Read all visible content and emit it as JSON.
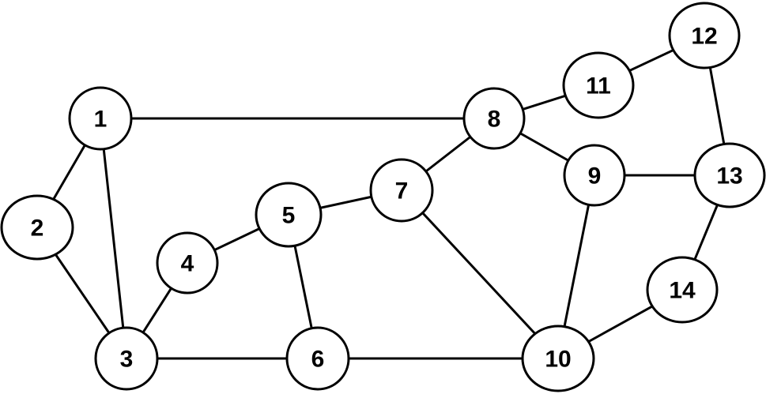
{
  "diagram": {
    "type": "undirected-graph",
    "nodes": [
      {
        "id": "1",
        "label": "1"
      },
      {
        "id": "2",
        "label": "2"
      },
      {
        "id": "3",
        "label": "3"
      },
      {
        "id": "4",
        "label": "4"
      },
      {
        "id": "5",
        "label": "5"
      },
      {
        "id": "6",
        "label": "6"
      },
      {
        "id": "7",
        "label": "7"
      },
      {
        "id": "8",
        "label": "8"
      },
      {
        "id": "9",
        "label": "9"
      },
      {
        "id": "10",
        "label": "10"
      },
      {
        "id": "11",
        "label": "11"
      },
      {
        "id": "12",
        "label": "12"
      },
      {
        "id": "13",
        "label": "13"
      },
      {
        "id": "14",
        "label": "14"
      }
    ],
    "edges": [
      [
        "1",
        "2"
      ],
      [
        "1",
        "3"
      ],
      [
        "1",
        "8"
      ],
      [
        "2",
        "3"
      ],
      [
        "3",
        "4"
      ],
      [
        "3",
        "6"
      ],
      [
        "4",
        "5"
      ],
      [
        "5",
        "6"
      ],
      [
        "5",
        "7"
      ],
      [
        "6",
        "10"
      ],
      [
        "7",
        "8"
      ],
      [
        "7",
        "10"
      ],
      [
        "8",
        "9"
      ],
      [
        "8",
        "11"
      ],
      [
        "9",
        "10"
      ],
      [
        "9",
        "13"
      ],
      [
        "10",
        "14"
      ],
      [
        "11",
        "12"
      ],
      [
        "12",
        "13"
      ],
      [
        "13",
        "14"
      ]
    ]
  },
  "colors": {
    "stroke": "#000000",
    "fill": "#ffffff"
  }
}
